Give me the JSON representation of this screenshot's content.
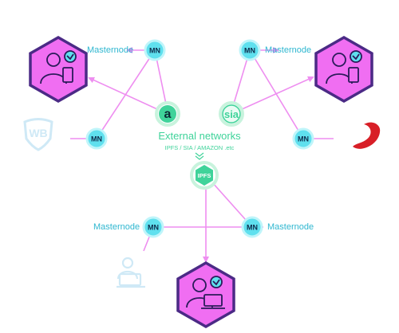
{
  "colors": {
    "line": "#ee8ef0",
    "mn_fill": "#5fe0ee",
    "mn_stroke": "#bff5fa",
    "mn_text": "#0c2a4a",
    "label": "#2fb7d0",
    "hex_fill": "#f06ef2",
    "hex_stroke": "#4b2a86",
    "ext_green": "#3fd39a",
    "sony_red": "#d81f27",
    "faded_icon": "#cfe9f6"
  },
  "masternode_label": "Masternode",
  "mn_text": "MN",
  "external": {
    "title": "External networks",
    "subtitle": "IPFS / SIA / AMAZON .etc",
    "amazon_letter": "a",
    "sia_text": "sia",
    "ipfs_text": "IPFS"
  },
  "nodes": [
    {
      "id": "mn-top-left",
      "label": "Masternode",
      "text": "MN"
    },
    {
      "id": "mn-top-right",
      "label": "Masternode",
      "text": "MN"
    },
    {
      "id": "mn-mid-left",
      "label": "",
      "text": "MN"
    },
    {
      "id": "mn-mid-right",
      "label": "",
      "text": "MN"
    },
    {
      "id": "mn-bottom-left",
      "label": "Masternode",
      "text": "MN"
    },
    {
      "id": "mn-bottom-right",
      "label": "Masternode",
      "text": "MN"
    }
  ],
  "icons": [
    "user-tablet-hex-icon",
    "user-tablet-hex-icon",
    "user-laptop-hex-icon",
    "warner-bros-shield-icon",
    "sony-swirl-icon",
    "faded-user-laptop-icon",
    "amazon-icon",
    "sia-icon",
    "ipfs-icon"
  ]
}
